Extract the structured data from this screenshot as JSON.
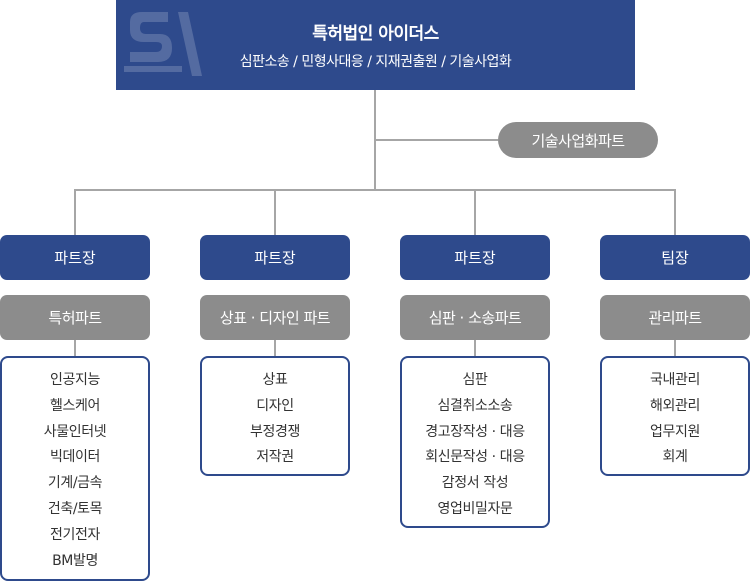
{
  "root": {
    "title": "특허법인 아이더스",
    "subtitle": "심판소송 / 민형사대응 / 지재권출원 / 기술사업화",
    "logo_icon": "company-logo-watermark"
  },
  "side_unit": {
    "label": "기술사업화파트"
  },
  "columns": [
    {
      "head": "파트장",
      "part": "특허파트",
      "items": [
        "인공지능",
        "헬스케어",
        "사물인터넷",
        "빅데이터",
        "기계/금속",
        "건축/토목",
        "전기전자",
        "BM발명"
      ]
    },
    {
      "head": "파트장",
      "part": "상표 · 디자인 파트",
      "items": [
        "상표",
        "디자인",
        "부정경쟁",
        "저작권"
      ]
    },
    {
      "head": "파트장",
      "part": "심판 · 소송파트",
      "items": [
        "심판",
        "심결취소소송",
        "경고장작성 · 대응",
        "회신문작성 · 대응",
        "감정서 작성",
        "영업비밀자문"
      ]
    },
    {
      "head": "팀장",
      "part": "관리파트",
      "items": [
        "국내관리",
        "해외관리",
        "업무지원",
        "회계"
      ]
    }
  ],
  "colors": {
    "navy": "#2e4a8c",
    "gray": "#8c8c8c",
    "connector": "#a6a6a6"
  }
}
